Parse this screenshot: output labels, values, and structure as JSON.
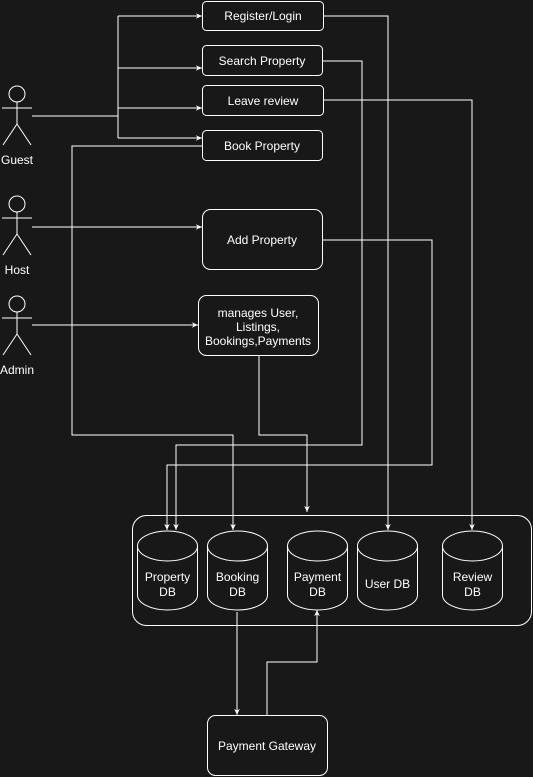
{
  "actors": {
    "guest": "Guest",
    "host": "Host",
    "admin": "Admin"
  },
  "processes": {
    "register_login": "Register/Login",
    "search_property": "Search Property",
    "leave_review": "Leave review",
    "book_property": "Book Property",
    "add_property": "Add Property",
    "manage_line1": "manages User,",
    "manage_line2": "Listings,",
    "manage_line3": "Bookings,Payments",
    "payment_gateway": "Payment Gateway"
  },
  "databases": {
    "property": {
      "line1": "Property",
      "line2": "DB"
    },
    "booking": {
      "line1": "Booking",
      "line2": "DB"
    },
    "payment": {
      "line1": "Payment",
      "line2": "DB"
    },
    "user": {
      "line1": "User DB"
    },
    "review": {
      "line1": "Review",
      "line2": "DB"
    }
  },
  "colors": {
    "background": "#181818",
    "stroke": "#ffffff",
    "text": "#ffffff"
  }
}
